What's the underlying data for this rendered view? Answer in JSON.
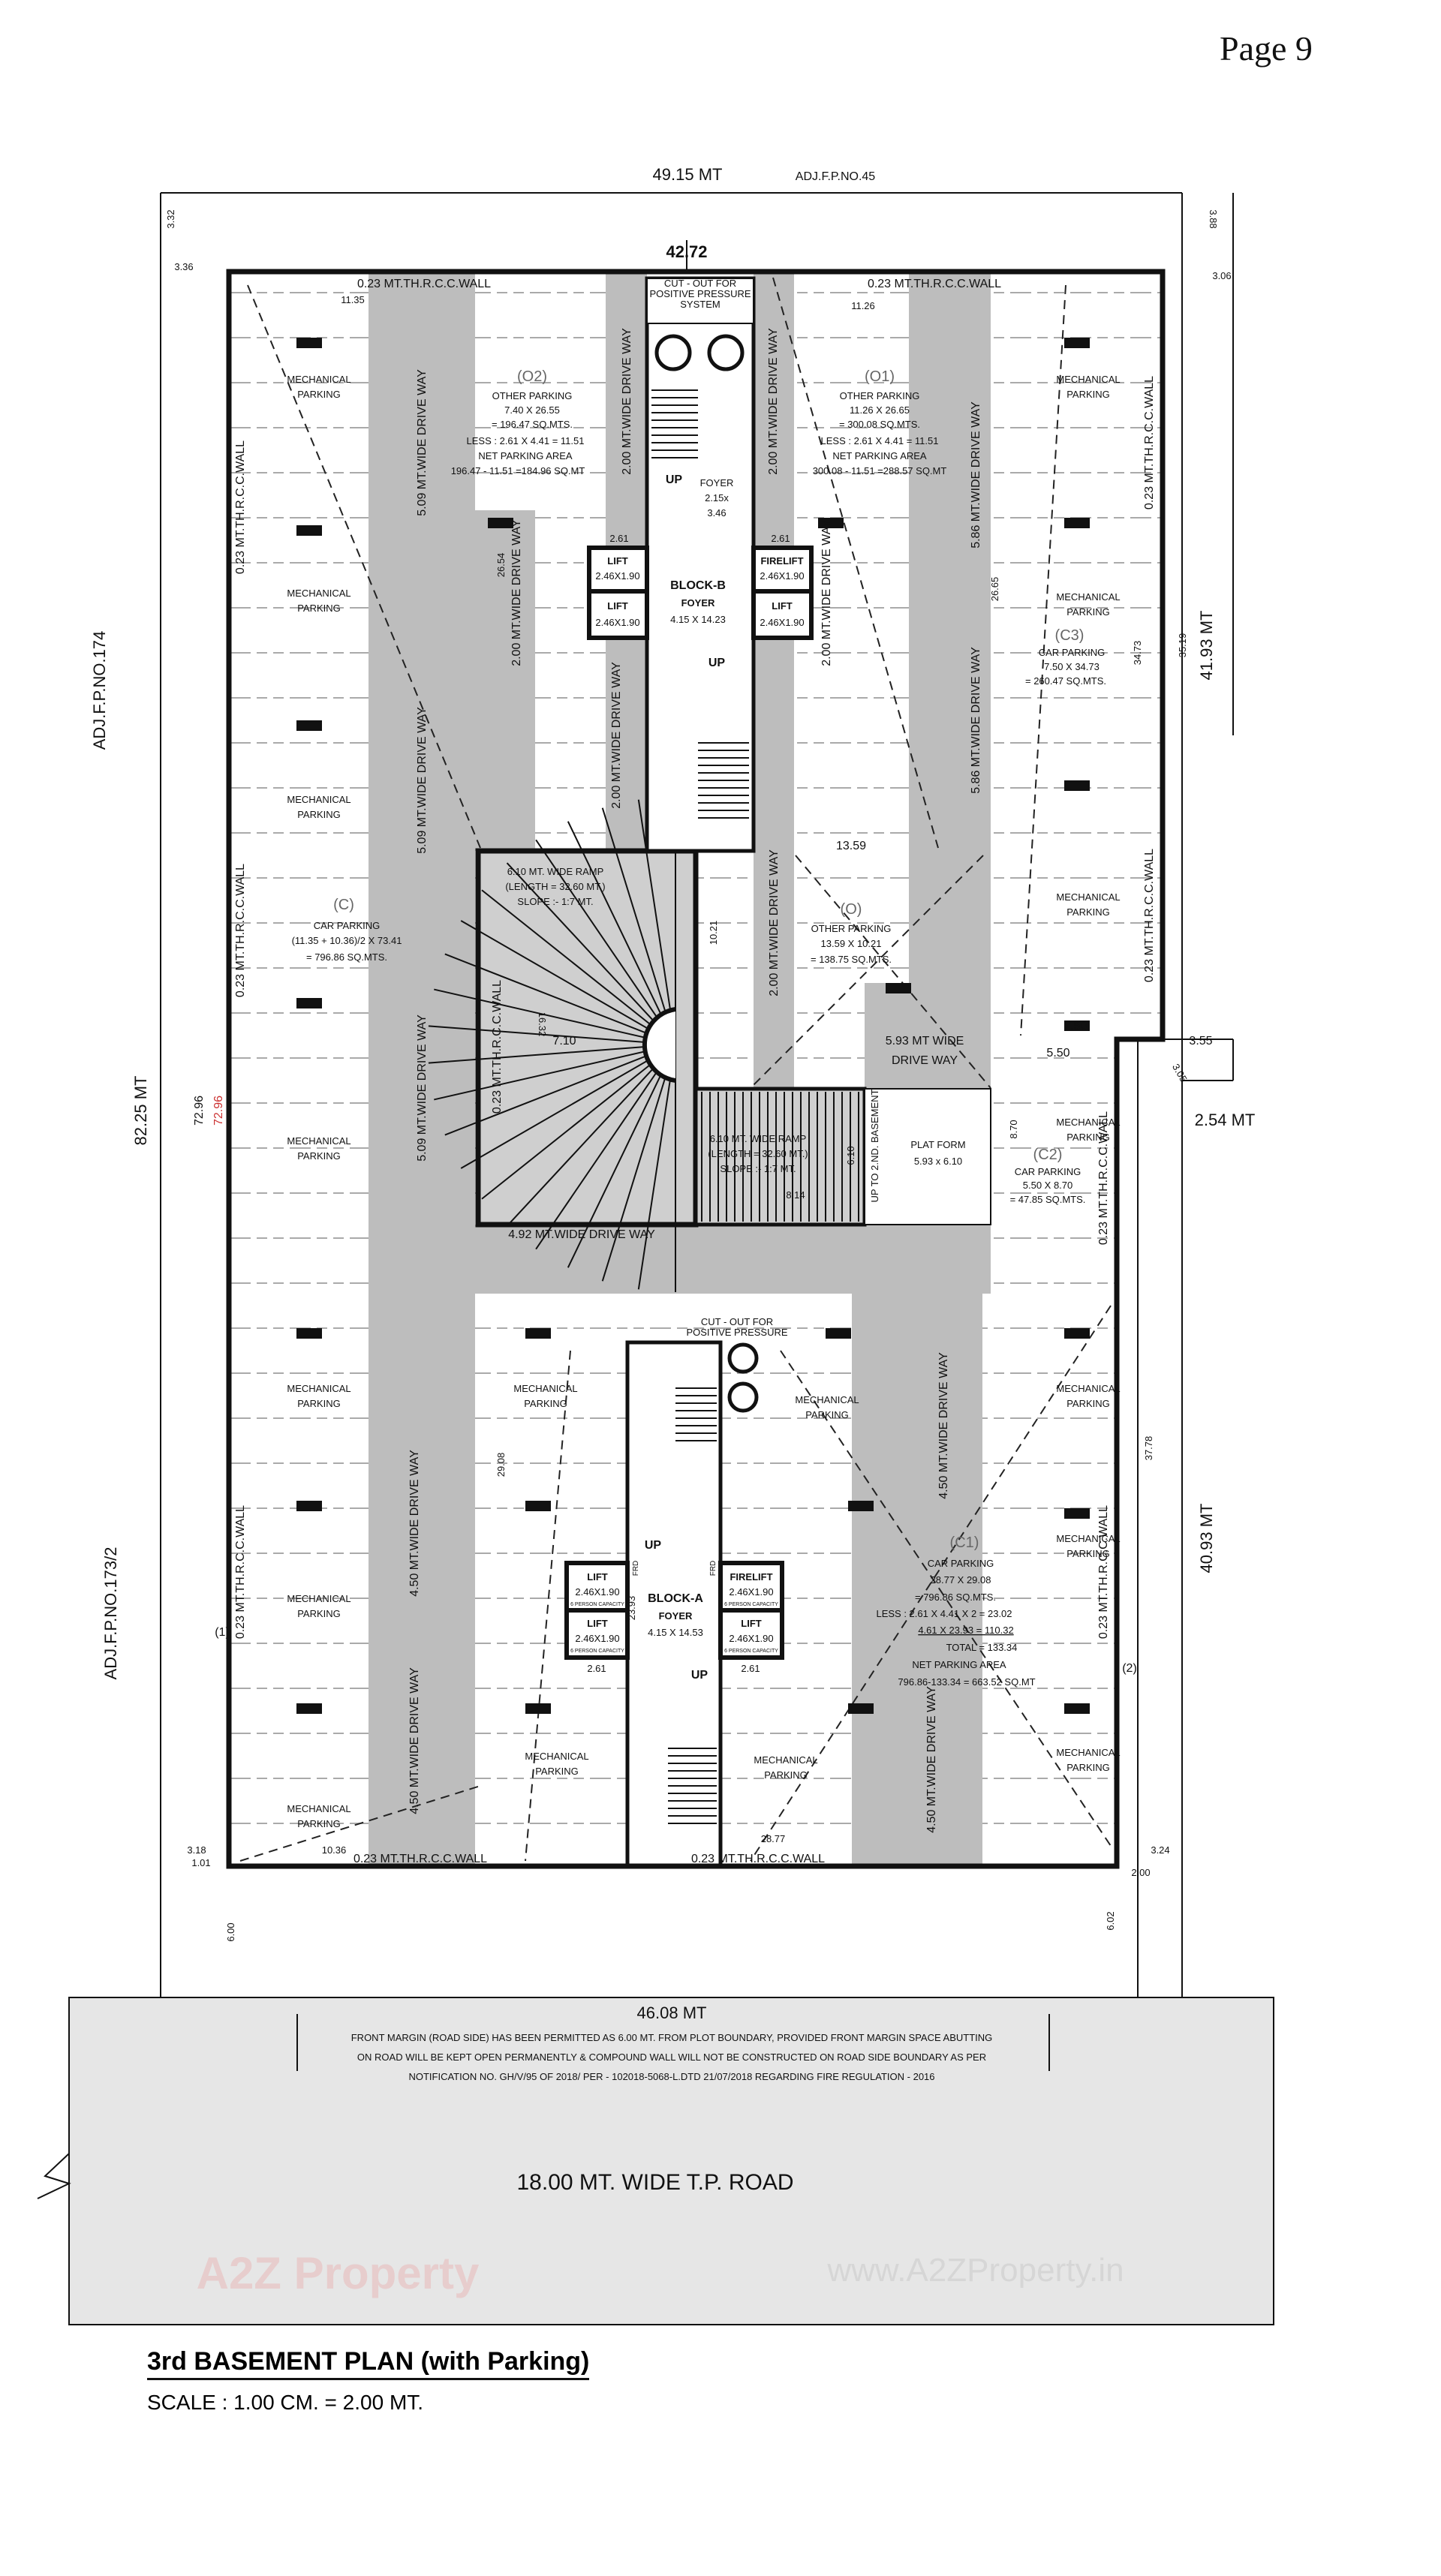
{
  "page_number": "Page 9",
  "title": "3rd BASEMENT PLAN (with Parking)",
  "scale": "SCALE : 1.00 CM. = 2.00 MT.",
  "adjacent": {
    "north": "ADJ.F.P.NO.45",
    "west_upper": "ADJ.F.P.NO.174",
    "west_lower": "ADJ.F.P.NO.173/2"
  },
  "dimensions": {
    "top_width": "49.15 MT",
    "inner_width": "42.72",
    "top_left_1": "3.32",
    "top_left_2": "3.36",
    "top_right_1": "3.88",
    "top_right_2": "3.06",
    "left_total": "82.25 MT",
    "left_inner": "72.96",
    "right_upper": "41.93 MT",
    "right_upper_inner": "35.19",
    "right_c3": "34.73",
    "step_1": "3.55",
    "step_2": "3.05",
    "step_3": "2.54 MT",
    "right_lower_inner": "37.78",
    "right_lower": "40.93 MT",
    "bottom_left_1": "3.18",
    "bottom_left_2": "1.01",
    "bottom_right_1": "3.24",
    "bottom_right_2": "2.00",
    "front_left": "6.00",
    "front_right": "6.02",
    "bottom_width_left": "10.36",
    "bottom_width": "28.77",
    "top_left_width": "11.35",
    "top_right_width": "11.26",
    "o2_depth": "26.54",
    "o1_depth": "26.65",
    "lift_width": "2.61",
    "block_a_depth": "29.08",
    "block_a_foyer_len": "23.93",
    "c3_width": "7.50",
    "c2_width": "5.50",
    "c2_depth": "8.70",
    "marker_1": "(1)",
    "marker_2": "(2)"
  },
  "labels": {
    "wall": "0.23 MT.TH.R.C.C.WALL",
    "mech_1": "MECHANICAL",
    "mech_2": "PARKING",
    "drive_509": "5.09 MT.WIDE DRIVE WAY",
    "drive_586": "5.86 MT.WIDE DRIVE WAY",
    "drive_450": "4.50 MT.WIDE DRIVE WAY",
    "drive_200": "2.00 MT.WIDE DRIVE WAY",
    "drive_492": "4.92 MT.WIDE DRIVE WAY",
    "drive_593": [
      "5.93 MT WIDE",
      "DRIVE WAY"
    ],
    "up": "UP",
    "frd": "FRD",
    "cutout": [
      "CUT - OUT FOR",
      "POSITIVE PRESSURE",
      "SYSTEM"
    ]
  },
  "areas": {
    "o2": [
      "(O2)",
      "OTHER PARKING",
      "7.40 X 26.55",
      "= 196.47 SQ.MTS.",
      "LESS : 2.61 X 4.41 = 11.51",
      "NET PARKING AREA",
      "196.47 - 11.51 =184.96 SQ.MT"
    ],
    "o1": [
      "(O1)",
      "OTHER PARKING",
      "11.26 X 26.65",
      "= 300.08 SQ.MTS.",
      "LESS : 2.61 X 4.41 = 11.51",
      "NET PARKING AREA",
      "300.08 - 11.51 =288.57 SQ.MT"
    ],
    "c": [
      "(C)",
      "CAR PARKING",
      "(11.35 + 10.36)/2 X 73.41",
      "= 796.86 SQ.MTS."
    ],
    "o": [
      "13.59",
      "(O)",
      "OTHER PARKING",
      "13.59 X 10.21",
      "= 138.75 SQ.MTS.",
      "10.21"
    ],
    "c3": [
      "(C3)",
      "CAR PARKING",
      "7.50 X 34.73",
      "= 260.47 SQ.MTS."
    ],
    "c2": [
      "(C2)",
      "CAR PARKING",
      "5.50 X 8.70",
      "= 47.85 SQ.MTS."
    ],
    "c1": [
      "(C1)",
      "CAR PARKING",
      "28.77 X 29.08",
      "= 796.86 SQ.MTS.",
      "LESS : 2.61 X 4.41 X 2 = 23.02",
      "4.61 X 23.93 = 110.32",
      "TOTAL = 133.34",
      "NET PARKING AREA",
      "796.86-133.34 = 663.52 SQ.MT"
    ]
  },
  "blocks": {
    "b": {
      "name": "BLOCK-B",
      "foyer": "FOYER",
      "foyer_size": "4.15 X 14.23",
      "small_foyer": [
        "FOYER",
        "2.15x",
        "3.46"
      ]
    },
    "a": {
      "name": "BLOCK-A",
      "foyer": "FOYER",
      "foyer_size": "4.15 X 14.53"
    },
    "lift": "LIFT",
    "firelift": "FIRELIFT",
    "lift_size": "2.46X1.90",
    "capacity": "6 PERSON CAPACITY"
  },
  "ramp": {
    "curved": [
      "6.10 MT. WIDE RAMP",
      "(LENGTH = 32.60 MT.)",
      "SLOPE :- 1:7 MT."
    ],
    "straight": [
      "6.10 MT. WIDE RAMP",
      "(LENGTH = 32.60 MT.)",
      "SLOPE :- 1:7 MT."
    ],
    "radius": "7.10",
    "arc": "16.32",
    "width": "6.10",
    "length": "8.14",
    "up_to": "UP TO 2.ND. BASEMENT",
    "platform": [
      "PLAT FORM",
      "5.93 x 6.10"
    ]
  },
  "road": {
    "width_label": "46.08 MT",
    "note": [
      "FRONT MARGIN (ROAD SIDE) HAS BEEN PERMITTED AS 6.00 MT. FROM PLOT BOUNDARY, PROVIDED FRONT MARGIN SPACE ABUTTING",
      "ON ROAD WILL BE KEPT OPEN PERMANENTLY & COMPOUND WALL WILL NOT BE CONSTRUCTED ON ROAD SIDE BOUNDARY AS PER",
      "NOTIFICATION NO. GH/V/95 OF 2018/ PER - 102018-5068-L.DTD 21/07/2018 REGARDING FIRE REGULATION - 2016"
    ],
    "name": "18.00 MT. WIDE T.P. ROAD"
  },
  "watermarks": [
    "www.A2ZProperty.in",
    "A2Z Property"
  ],
  "colors": {
    "drive_way": "#bdbdbd",
    "road": "#e6e6e6",
    "ramp": "#cfcfcf",
    "line": "#111111"
  }
}
